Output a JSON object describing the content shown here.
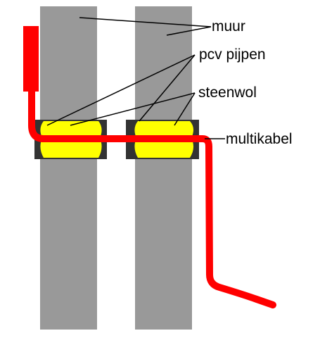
{
  "labels": {
    "wall": "muur",
    "pipes": "pcv pijpen",
    "insulation": "steenwol",
    "cable": "multikabel"
  },
  "colors": {
    "wall": "#999999",
    "pipe": "#333333",
    "insulation": "#ffff00",
    "cable": "#ff0000",
    "leader": "#000000",
    "background": "#ffffff"
  }
}
